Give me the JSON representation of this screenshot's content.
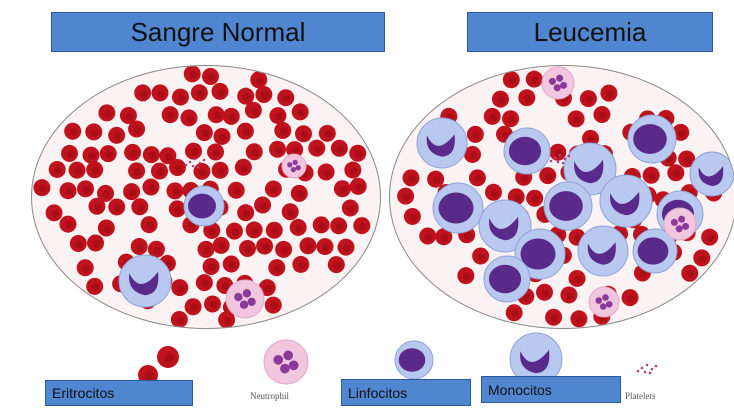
{
  "titles": {
    "normal": "Sangre Normal",
    "leukemia": "Leucemia"
  },
  "legend": {
    "eritrocitos": "Eritrocitos",
    "neutrophil": "Neutrophil",
    "linfocitos": "Linfocitos",
    "monocitos": "Monocitos",
    "platelets": "Platelets"
  },
  "colors": {
    "rbc": "#c0121c",
    "rbc_center": "#9a0a12",
    "wbc_cytoplasm": "#b9c8ee",
    "wbc_nucleus": "#5a2a8a",
    "neutrophil_cytoplasm": "#f2c6df",
    "title_box": "#4f86cf"
  }
}
